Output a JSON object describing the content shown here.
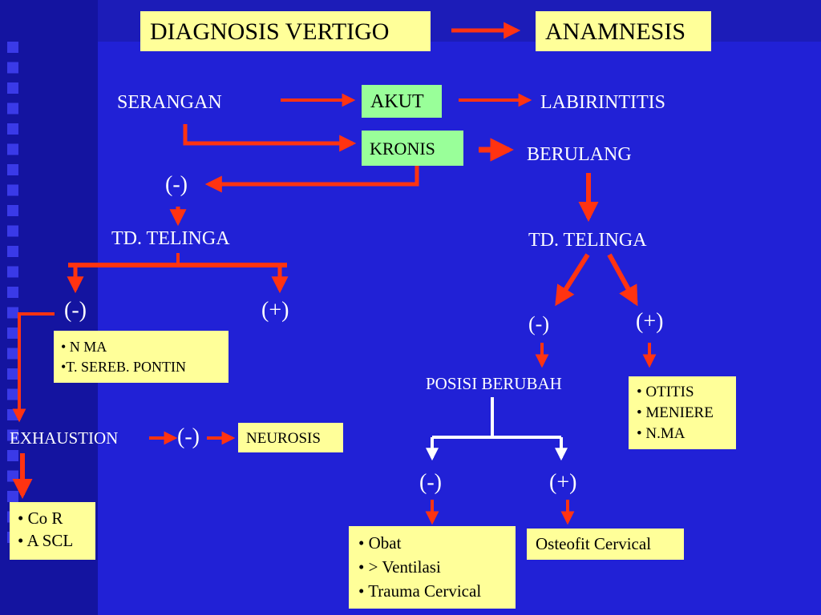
{
  "title": "DIAGNOSIS VERTIGO",
  "anamnesis": "ANAMNESIS",
  "serangan": "SERANGAN",
  "akut": "AKUT",
  "labirintitis": "LABIRINTITIS",
  "kronis": "KRONIS",
  "berulang": "BERULANG",
  "left_branch": {
    "neg_top": "(-)",
    "td_telinga": "TD. TELINGA",
    "neg": "(-)",
    "pos": "(+)",
    "list": [
      "• N MA",
      "•T. SEREB. PONTIN"
    ],
    "exhaustion": "EXHAUSTION",
    "exh_neg": "(-)",
    "neurosis": "NEUROSIS",
    "cor_list": [
      "• Co R",
      "• A SCL"
    ]
  },
  "right_branch": {
    "td_telinga": "TD. TELINGA",
    "neg": "(-)",
    "pos": "(+)",
    "posisi": "POSISI BERUBAH",
    "otitis_list": [
      "• OTITIS",
      "• MENIERE",
      "• N.MA"
    ],
    "pos_neg": "(-)",
    "pos_pos": "(+)",
    "obat_list": [
      "• Obat",
      "• > Ventilasi",
      "• Trauma Cervical"
    ],
    "osteofit": "Osteofit Cervical"
  },
  "colors": {
    "background": "#2121d6",
    "panel": "#1a1aa8",
    "yellow_box": "#ffff99",
    "green_box": "#99ff99",
    "arrow_red": "#ff3311",
    "connector_white": "#ffffff"
  }
}
